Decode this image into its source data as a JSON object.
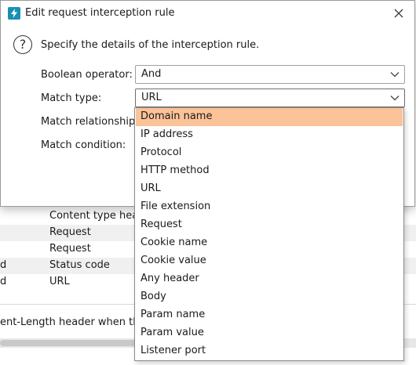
{
  "dialog": {
    "title": "Edit request interception rule",
    "intro": "Specify the details of the interception rule.",
    "boolean_operator_label": "Boolean operator:",
    "boolean_operator_value": "And",
    "match_type_label": "Match type:",
    "match_type_value": "URL",
    "match_relationship_label": "Match relationship:",
    "match_condition_label": "Match condition:"
  },
  "dropdown": {
    "selected_index": 0,
    "options": [
      "Domain name",
      "IP address",
      "Protocol",
      "HTTP method",
      "URL",
      "File extension",
      "Request",
      "Cookie name",
      "Cookie value",
      "Any header",
      "Body",
      "Param name",
      "Param value",
      "Listener port"
    ]
  },
  "background": {
    "rows": [
      {
        "col1": "",
        "col2": "Content type head"
      },
      {
        "col1": "",
        "col2": "Request"
      },
      {
        "col1": "",
        "col2": "Request"
      },
      {
        "col1": "d",
        "col2": "Status code"
      },
      {
        "col1": "d",
        "col2": "URL"
      }
    ],
    "note": "ent-Length header when the"
  },
  "colors": {
    "selection": "#fcc298",
    "icon_accent": "#1a8fb4"
  }
}
